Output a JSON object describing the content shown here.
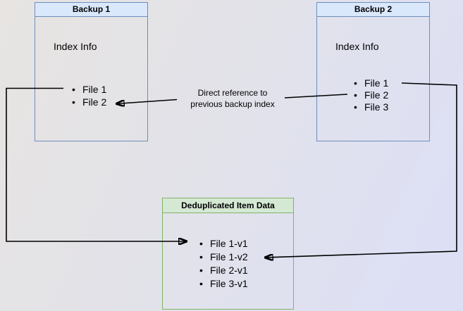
{
  "diagram": {
    "backup1": {
      "title": "Backup 1",
      "info": "Index Info",
      "items": [
        "File 1",
        "File 2"
      ]
    },
    "backup2": {
      "title": "Backup 2",
      "info": "Index Info",
      "items": [
        "File 1",
        "File 2",
        "File 3"
      ]
    },
    "dedup": {
      "title": "Deduplicated Item Data",
      "items": [
        "File 1-v1",
        "File 1-v2",
        "File 2-v1",
        "File 3-v1"
      ]
    },
    "edge_label": {
      "line1": "Direct reference to",
      "line2": "previous backup index"
    },
    "colors": {
      "blue_header_fill": "#dae8fc",
      "blue_border": "#6c8ebf",
      "green_header_fill": "#d5e8d4",
      "green_border": "#82b366",
      "arrow": "#000000",
      "background_left": "#e7e4e1",
      "background_right": "#dde0f5"
    }
  }
}
